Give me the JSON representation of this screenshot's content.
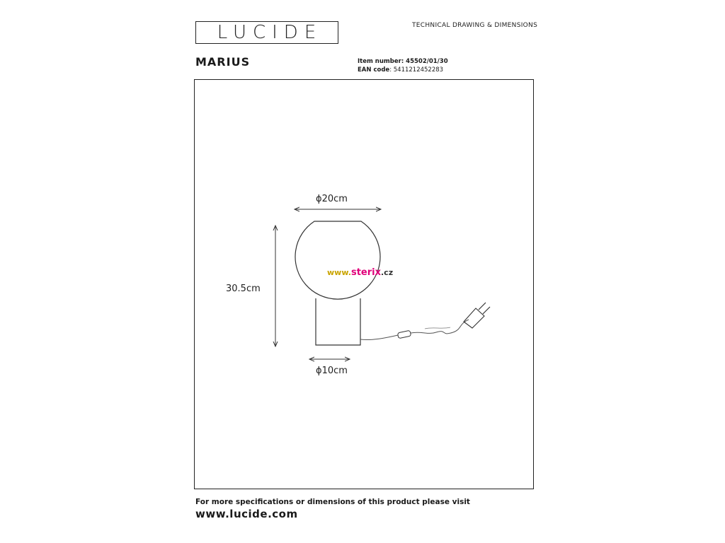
{
  "header": {
    "logo": "LUCIDE",
    "doc_type": "TECHNICAL DRAWING & DIMENSIONS",
    "product_name": "MARIUS",
    "item_number_label": "Item number",
    "item_number_value": ": 45502/01/30",
    "ean_label": "EAN code",
    "ean_value": ": 5411212452283"
  },
  "drawing": {
    "top_diameter": "ϕ20cm",
    "height": "30.5cm",
    "base_diameter": "ϕ10cm",
    "watermark_prefix": "www.",
    "watermark_brand": "sterix",
    "watermark_suffix": ".cz",
    "colors": {
      "line": "#333333",
      "watermark_brand": "#e0007a",
      "watermark_prefix": "#c9a400"
    }
  },
  "footer": {
    "note": "For more specifications or dimensions of this product please visit",
    "url": "www.lucide.com"
  }
}
